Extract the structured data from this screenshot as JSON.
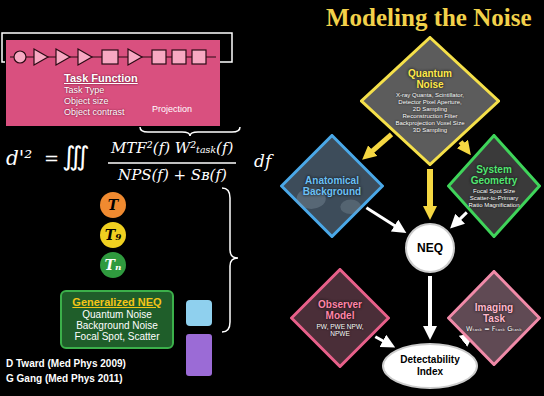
{
  "diagram": {
    "title": "Modeling the Noise",
    "nodes": [
      {
        "text": [
          "Task Function",
          "Task Type",
          "Object size",
          "Object contrast"
        ]
      },
      {
        "text": [
          "T"
        ]
      },
      {
        "text": [
          "T₉"
        ]
      },
      {
        "text": [
          "Tₙ"
        ]
      },
      {
        "text": [
          "Generalized NEQ",
          "Quantum Noise",
          "Background Noise",
          "Focal Spot, Scatter"
        ]
      },
      {
        "text": [
          "Quantum Noise",
          "X-ray Quanta, Scintillator, Detector Pixel Aperture, 2D Sampling Reconstruction Filter Backprojection Voxel Size 3D Sampling"
        ]
      },
      {
        "text": [
          "Anatomical Background"
        ]
      },
      {
        "text": [
          "System Geometry",
          "Focal Spot Size Scatter-to-Primary Ratio Magnification"
        ]
      },
      {
        "text": [
          "NEQ"
        ]
      },
      {
        "text": [
          "Observer Model",
          "PW, PWE NPW, NPWE"
        ]
      },
      {
        "text": [
          "Imaging Task",
          "Wₜₐₛₖ = Fₜₐₛₖ Gₜₐₛₖ"
        ]
      },
      {
        "text": [
          "Detectability Index"
        ]
      }
    ],
    "edges": [
      {
        "from": 5,
        "to": 6,
        "arrow": "to"
      },
      {
        "from": 5,
        "to": 7,
        "arrow": "to"
      },
      {
        "from": 5,
        "to": 8,
        "arrow": "to"
      },
      {
        "from": 6,
        "to": 8,
        "arrow": "to"
      },
      {
        "from": 7,
        "to": 8,
        "arrow": "to"
      },
      {
        "from": 8,
        "to": 11,
        "arrow": "to"
      },
      {
        "from": 9,
        "to": 11,
        "arrow": "to"
      },
      {
        "from": 10,
        "to": 11,
        "arrow": "to"
      }
    ],
    "labels": [
      "Projection",
      "d'²",
      "=",
      "∭",
      "MTF²(f) W²ₜₐₛₖ(f)",
      "NPS(f) + Sʙ(f)",
      "df",
      "D Tward (Med Phys 2009)",
      "G Gang (Med Phys 2011)"
    ]
  }
}
